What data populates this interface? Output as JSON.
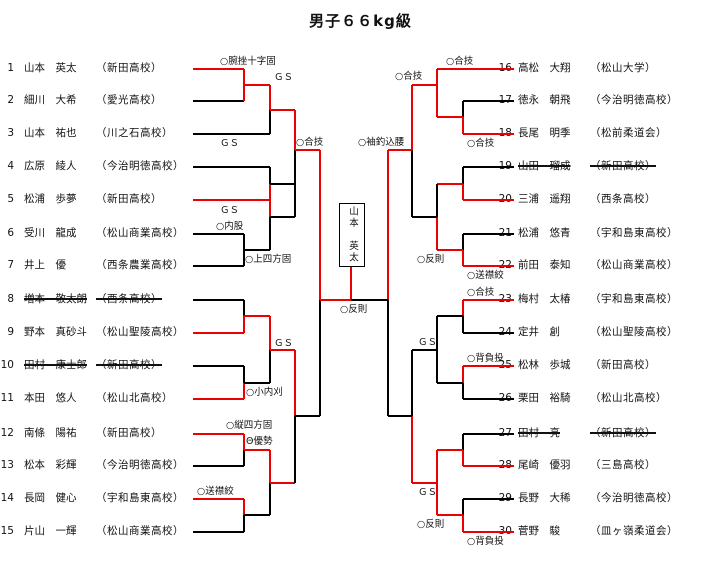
{
  "title": "男子６６kg級",
  "champion": "山本　英太",
  "left_entrants": [
    {
      "num": "1",
      "name": "山本　英太",
      "school": "（新田高校）",
      "struck": false
    },
    {
      "num": "2",
      "name": "細川　大希",
      "school": "（愛光高校）",
      "struck": false
    },
    {
      "num": "3",
      "name": "山本　祐也",
      "school": "（川之石高校）",
      "struck": false
    },
    {
      "num": "4",
      "name": "広原　綾人",
      "school": "（今治明徳高校）",
      "struck": false
    },
    {
      "num": "5",
      "name": "松浦　歩夢",
      "school": "（新田高校）",
      "struck": false
    },
    {
      "num": "6",
      "name": "受川　龍成",
      "school": "（松山商業高校）",
      "struck": false
    },
    {
      "num": "7",
      "name": "井上　優",
      "school": "（西条農業高校）",
      "struck": false
    },
    {
      "num": "8",
      "name": "増本　敬太朗",
      "school": "（西条高校）",
      "struck": true
    },
    {
      "num": "9",
      "name": "野本　真砂斗",
      "school": "（松山聖陵高校）",
      "struck": false
    },
    {
      "num": "10",
      "name": "田村　康士郎",
      "school": "（新田高校）",
      "struck": true
    },
    {
      "num": "11",
      "name": "本田　悠人",
      "school": "（松山北高校）",
      "struck": false
    },
    {
      "num": "12",
      "name": "南條　陽祐",
      "school": "（新田高校）",
      "struck": false
    },
    {
      "num": "13",
      "name": "松本　彩輝",
      "school": "（今治明徳高校）",
      "struck": false
    },
    {
      "num": "14",
      "name": "長岡　健心",
      "school": "（宇和島東高校）",
      "struck": false
    },
    {
      "num": "15",
      "name": "片山　一輝",
      "school": "（松山商業高校）",
      "struck": false
    }
  ],
  "right_entrants": [
    {
      "num": "16",
      "name": "高松　大翔",
      "school": "（松山大学）",
      "struck": false
    },
    {
      "num": "17",
      "name": "徳永　朝飛",
      "school": "（今治明徳高校）",
      "struck": false
    },
    {
      "num": "18",
      "name": "長尾　明季",
      "school": "（松前柔道会）",
      "struck": false
    },
    {
      "num": "19",
      "name": "山田　瑠成",
      "school": "（新田高校）",
      "struck": true
    },
    {
      "num": "20",
      "name": "三浦　遥翔",
      "school": "（西条高校）",
      "struck": false
    },
    {
      "num": "21",
      "name": "松浦　悠青",
      "school": "（宇和島東高校）",
      "struck": false
    },
    {
      "num": "22",
      "name": "前田　泰知",
      "school": "（松山商業高校）",
      "struck": false
    },
    {
      "num": "23",
      "name": "梅村　太椿",
      "school": "（宇和島東高校）",
      "struck": false
    },
    {
      "num": "24",
      "name": "定井　創",
      "school": "（松山聖陵高校）",
      "struck": false
    },
    {
      "num": "25",
      "name": "松林　歩城",
      "school": "（新田高校）",
      "struck": false
    },
    {
      "num": "26",
      "name": "栗田　裕騎",
      "school": "（松山北高校）",
      "struck": false
    },
    {
      "num": "27",
      "name": "田村　亮",
      "school": "（新田高校）",
      "struck": true
    },
    {
      "num": "28",
      "name": "尾崎　優羽",
      "school": "（三島高校）",
      "struck": false
    },
    {
      "num": "29",
      "name": "長野　大稀",
      "school": "（今治明徳高校）",
      "struck": false
    },
    {
      "num": "30",
      "name": "菅野　駿",
      "school": "（皿ヶ嶺柔道会）",
      "struck": false
    }
  ],
  "notes": {
    "n1": "○腕挫十字固",
    "n2": "ＧＳ",
    "n3": "ＧＳ",
    "n4": "ＧＳ",
    "n5": "○内股",
    "n6": "○上四方固",
    "n7": "○合技",
    "n8": "ＧＳ",
    "n9": "○小内刈",
    "n10": "○縦四方固",
    "n11": "Θ優勢",
    "n12": "○送襟絞",
    "n13": "○反則",
    "n14": "○袖釣込腰",
    "n15": "○合技",
    "n16": "○合技",
    "n17": "○合技",
    "n18": "○反則",
    "n19": "○送襟絞",
    "n20": "○合技",
    "n21": "ＧＳ",
    "n22": "○背負投",
    "n23": "ＧＳ",
    "n24": "○反則",
    "n25": "○背負投"
  }
}
